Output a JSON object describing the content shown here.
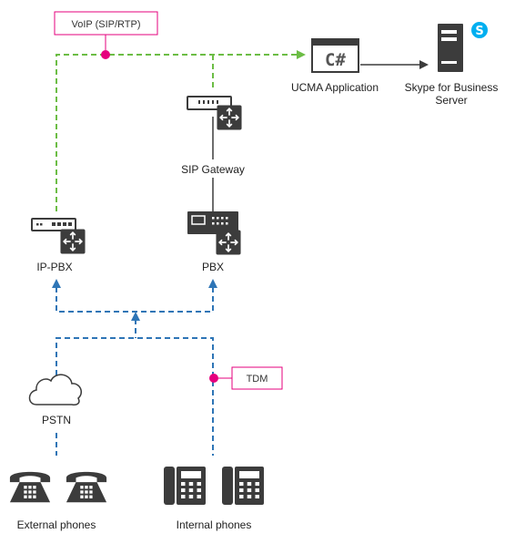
{
  "tags": {
    "voip": "VoIP (SIP/RTP)",
    "tdm": "TDM"
  },
  "labels": {
    "ucma": "UCMA Application",
    "skype_line1": "Skype for Business",
    "skype_line2": "Server",
    "sip_gateway": "SIP Gateway",
    "ip_pbx": "IP-PBX",
    "pbx": "PBX",
    "pstn": "PSTN",
    "external_phones": "External phones",
    "internal_phones": "Internal phones"
  },
  "icons": {
    "ucma_app": "csharp-application-icon",
    "csharp_glyph": "C#",
    "skype_logo_glyph": "S",
    "server": "server-icon",
    "gateway": "gateway-switch-icon",
    "ip_pbx": "ip-pbx-switch-icon",
    "pbx": "pbx-switch-icon",
    "cloud": "cloud-icon",
    "phone": "phone-icon",
    "desk_phone": "desk-phone-icon"
  },
  "colors": {
    "voip_line": "#6cbd45",
    "tdm_line": "#2e75b6",
    "marker": "#e6007e",
    "icon": "#3c3c3c",
    "skype": "#00aff0"
  }
}
